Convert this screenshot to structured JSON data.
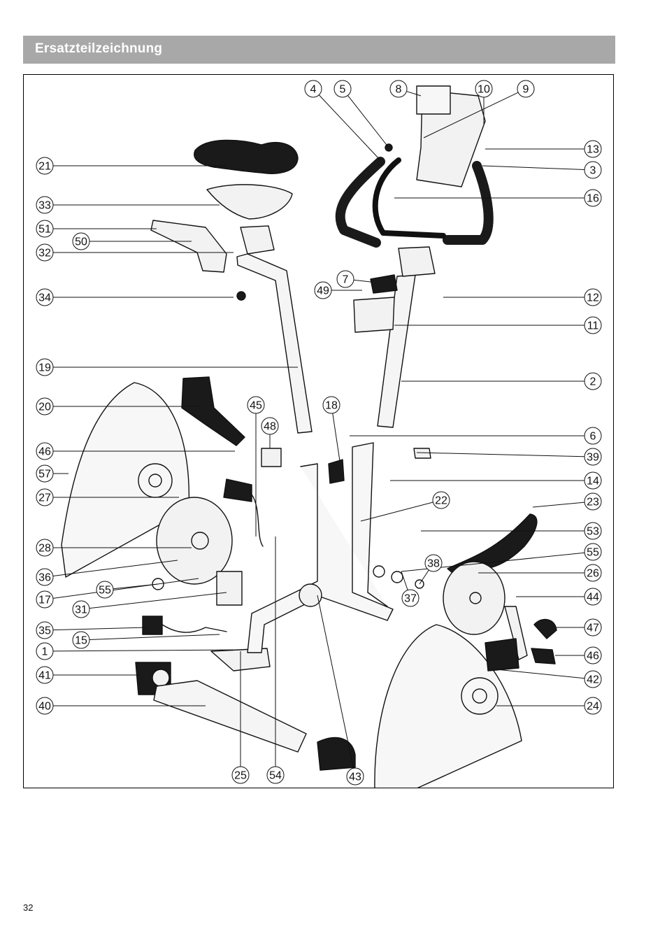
{
  "header": {
    "title": "Ersatzteilzeichnung"
  },
  "page": {
    "number": "32"
  },
  "diagram": {
    "callouts": [
      "1",
      "2",
      "3",
      "4",
      "5",
      "6",
      "7",
      "8",
      "9",
      "10",
      "11",
      "12",
      "13",
      "14",
      "15",
      "16",
      "17",
      "18",
      "19",
      "20",
      "21",
      "22",
      "23",
      "24",
      "25",
      "26",
      "27",
      "28",
      "31",
      "32",
      "33",
      "34",
      "35",
      "36",
      "37",
      "38",
      "39",
      "40",
      "41",
      "42",
      "43",
      "44",
      "45",
      "46",
      "46",
      "47",
      "48",
      "49",
      "50",
      "51",
      "53",
      "54",
      "55",
      "55",
      "57"
    ]
  },
  "colors": {
    "title_bar": "#a8a8a8",
    "title_text": "#ffffff",
    "line": "#111111",
    "part_dark": "#1a1a1a"
  }
}
